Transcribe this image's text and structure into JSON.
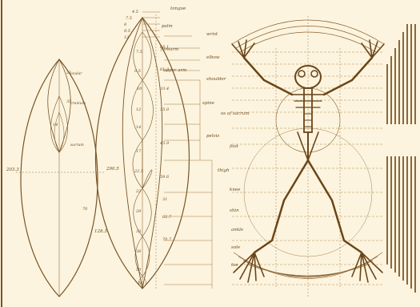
{
  "diagram": {
    "colors": {
      "paper": "#fcf4de",
      "ink": "#7a5428",
      "ink_light": "#c9a876",
      "ink_dark": "#5b3b17"
    },
    "vesica_left": {
      "outer_label": "203.3",
      "numbers": [
        "21",
        "35",
        "14",
        "70"
      ],
      "labels": [
        "ocular",
        "cranium",
        "sacrum"
      ]
    },
    "vesica_right": {
      "outer_label": "290.5",
      "side_label": "128.3",
      "numbers": [
        "7.5",
        "9.5",
        "10",
        "12",
        "14",
        "17",
        "22.5",
        "23",
        "29",
        "33",
        "38",
        "50",
        "70",
        "68.1",
        "61.3",
        "33.4",
        "35.0",
        "45.9",
        "59.6",
        "31",
        "62.7",
        "70.7"
      ],
      "top_numbers": [
        "4.5",
        "7.5",
        "8",
        "9.5",
        "12"
      ]
    },
    "anatomy_labels": [
      "tongue",
      "palm",
      "wrist",
      "forearm",
      "elbow",
      "upper arm",
      "shoulder",
      "spine",
      "os of sacrum",
      "pelvis",
      "foot",
      "thigh",
      "knee",
      "shin",
      "ankle",
      "sole",
      "toe"
    ]
  }
}
